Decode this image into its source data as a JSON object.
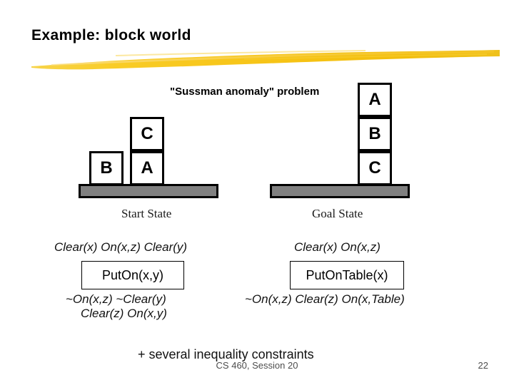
{
  "slide": {
    "title": "Example: block world",
    "accent_color": "#F5C518",
    "background_color": "#FFFFFF"
  },
  "figure": {
    "heading": "\"Sussman anomaly\" problem",
    "block_fill": "#FFFFFF",
    "block_border": "#000000",
    "table_color": "#808080",
    "start_state": {
      "label": "Start State",
      "stacks": [
        {
          "name": "left-stack",
          "blocks": [
            "B"
          ]
        },
        {
          "name": "right-stack",
          "blocks": [
            "C",
            "A"
          ]
        }
      ]
    },
    "goal_state": {
      "label": "Goal State",
      "stacks": [
        {
          "name": "main-stack",
          "blocks": [
            "A",
            "B",
            "C"
          ]
        }
      ]
    }
  },
  "operators": [
    {
      "name": "put-on",
      "preconditions": "Clear(x) On(x,z) Clear(y)",
      "action": "PutOn(x,y)",
      "effects_line1": "~On(x,z) ~Clear(y)",
      "effects_line2": "Clear(z) On(x,y)"
    },
    {
      "name": "put-on-table",
      "preconditions": "Clear(x) On(x,z)",
      "action": "PutOnTable(x)",
      "effects_line1": "~On(x,z) Clear(z) On(x,Table)",
      "effects_line2": ""
    }
  ],
  "constraints_note": "+ several inequality constraints",
  "footer": {
    "center_text": "CS 460, Session 20",
    "page_number": "22"
  }
}
